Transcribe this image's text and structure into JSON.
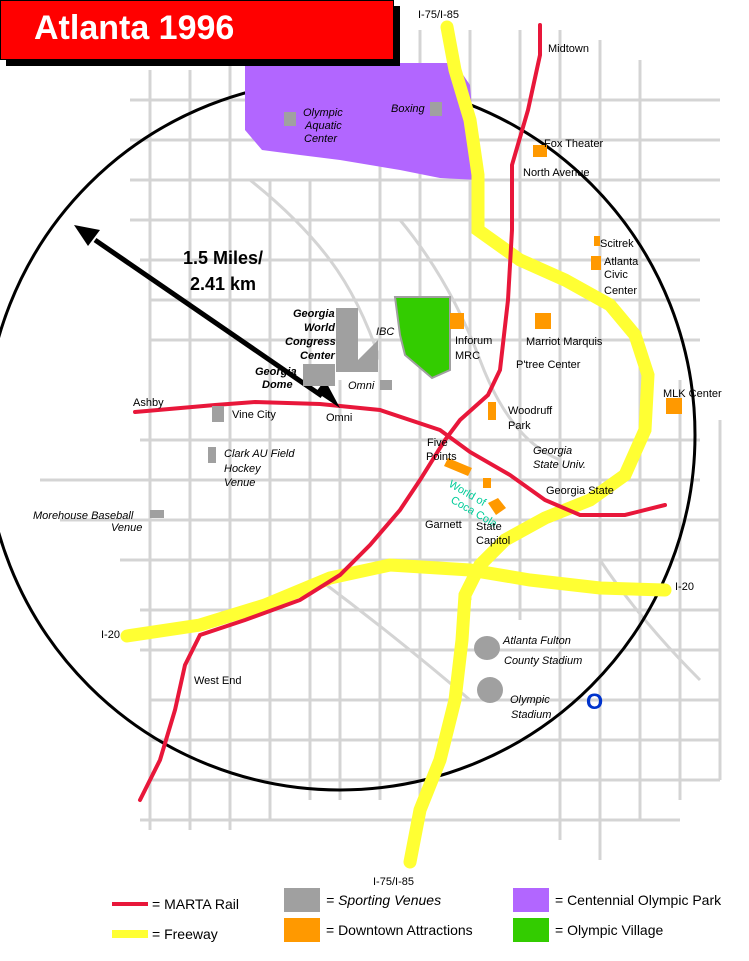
{
  "title": "Atlanta 1996",
  "radius_label": {
    "line1": "1.5 Miles/",
    "line2": "2.41 km"
  },
  "colors": {
    "marta": "#e8173a",
    "freeway": "#ffff33",
    "sporting": "#a0a0a0",
    "attraction": "#ff9900",
    "park": "#b266ff",
    "village": "#33cc00",
    "street": "#d4d4d4",
    "label_teal": "#00cc99",
    "olympic_o": "#0033cc"
  },
  "freeway_labels": {
    "north": "I-75/I-85",
    "south": "I-75/I-85",
    "east": "I-20",
    "west": "I-20"
  },
  "places": {
    "midtown": "Midtown",
    "fox_theater": "Fox Theater",
    "north_avenue": "North Avenue",
    "civic_center_1": "Atlanta",
    "civic_center_2": "Civic",
    "civic_center_3": "Center",
    "scitrek": "Scitrek",
    "inforum": "Inforum",
    "mrc": "MRC",
    "marriott": "Marriot Marquis",
    "ptree": "P'tree Center",
    "mlk": "MLK Center",
    "woodruff_1": "Woodruff",
    "woodruff_2": "Park",
    "five_points_1": "Five",
    "five_points_2": "Points",
    "georgia_state_univ_1": "Georgia",
    "georgia_state_univ_2": "State Univ.",
    "georgia_state_stn": "Georgia State",
    "world_coca_1": "World of",
    "world_coca_2": "Coca Cola",
    "garnett": "Garnett",
    "state_capitol_1": "State",
    "state_capitol_2": "Capitol",
    "ashby": "Ashby",
    "vine_city": "Vine City",
    "omni_station": "Omni",
    "omni_venue": "Omni",
    "ibc": "IBC",
    "gwcc_1": "Georgia",
    "gwcc_2": "World",
    "gwcc_3": "Congress",
    "gwcc_4": "Center",
    "dome_1": "Georgia",
    "dome_2": "Dome",
    "boxing": "Boxing",
    "aquatic_1": "Olympic",
    "aquatic_2": "Aquatic",
    "aquatic_3": "Center",
    "clark_1": "Clark AU Field",
    "clark_2": "Hockey",
    "clark_3": "Venue",
    "morehouse_1": "Morehouse Baseball",
    "morehouse_2": "Venue",
    "fulton_1": "Atlanta Fulton",
    "fulton_2": "County Stadium",
    "olympic_stadium_1": "Olympic",
    "olympic_stadium_2": "Stadium",
    "west_end": "West End",
    "olympic_o": "O"
  },
  "legend": {
    "marta": "= MARTA Rail",
    "freeway": "= Freeway",
    "sporting": "= Sporting Venues",
    "attraction": "= Downtown Attractions",
    "park": "= Centennial Olympic Park",
    "village": "= Olympic Village"
  }
}
